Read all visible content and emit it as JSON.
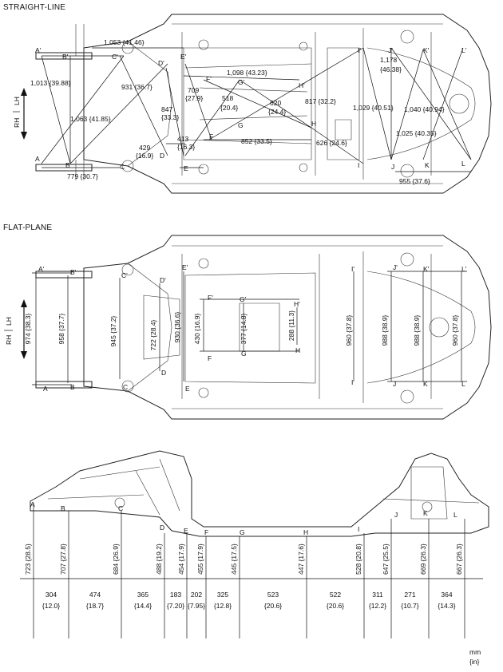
{
  "sections": {
    "straight_line": "STRAIGHT-LINE",
    "flat_plane": "FLAT-PLANE"
  },
  "direction": {
    "rh": "RH",
    "lh": "LH"
  },
  "units": {
    "primary": "mm",
    "secondary": "{in}"
  },
  "top": [
    {
      "t": "1,053 {41.46}"
    },
    {
      "t": "1,013 {39.88}"
    },
    {
      "t": "931 {36.7}"
    },
    {
      "t": "1,063 {41.85}"
    },
    {
      "t": "847"
    },
    {
      "t": "{33.3}"
    },
    {
      "t": "709"
    },
    {
      "t": "{27.9}"
    },
    {
      "t": "518"
    },
    {
      "t": "{20.4}"
    },
    {
      "t": "1,098 {43.23}"
    },
    {
      "t": "620"
    },
    {
      "t": "{24.4}"
    },
    {
      "t": "817 {32.2}"
    },
    {
      "t": "1,178"
    },
    {
      "t": "{46.38}"
    },
    {
      "t": "1,029 {40.51}"
    },
    {
      "t": "1,040 {40.94}"
    },
    {
      "t": "1,025 {40.35}"
    },
    {
      "t": "413"
    },
    {
      "t": "{16.3}"
    },
    {
      "t": "429"
    },
    {
      "t": "{16.9}"
    },
    {
      "t": "852 {33.5}"
    },
    {
      "t": "626 {24.6}"
    },
    {
      "t": "779 {30.7}"
    },
    {
      "t": "955 {37.6}"
    }
  ],
  "top_points": [
    "A'",
    "B'",
    "C'",
    "D'",
    "E'",
    "F'",
    "G'",
    "H'",
    "I'",
    "J'",
    "K'",
    "L'",
    "A",
    "B",
    "C",
    "D",
    "E",
    "F",
    "G",
    "H",
    "I",
    "J",
    "K",
    "L"
  ],
  "mid": [
    "974 {38.3}",
    "958 {37.7}",
    "945 {37.2}",
    "722 {28.4}",
    "930 {36.6}",
    "430 {16.9}",
    "377 {14.8}",
    "288 {11.3}",
    "960 {37.8}",
    "988 {38.9}",
    "988 {38.9}",
    "960 {37.8}"
  ],
  "mid_points": [
    "A'",
    "B'",
    "C'",
    "D'",
    "E'",
    "F'",
    "G'",
    "H'",
    "I'",
    "J'",
    "K'",
    "L'",
    "A",
    "B",
    "C",
    "D",
    "E",
    "F",
    "G",
    "H",
    "I",
    "J",
    "K",
    "L"
  ],
  "heights": [
    "723 {28.5}",
    "707 {27.8}",
    "684 {26.9}",
    "488 {19.2}",
    "454 {17.9}",
    "455 {17.9}",
    "445 {17.5}",
    "447 {17.6}",
    "528 {20.8}",
    "647 {25.5}",
    "669 {26.3}",
    "667 {26.3}"
  ],
  "spans": [
    {
      "v": "304",
      "i": "{12.0}"
    },
    {
      "v": "474",
      "i": "{18.7}"
    },
    {
      "v": "365",
      "i": "{14.4}"
    },
    {
      "v": "183",
      "i": "{7.20}"
    },
    {
      "v": "202",
      "i": "{7.95}"
    },
    {
      "v": "325",
      "i": "{12.8}"
    },
    {
      "v": "523",
      "i": "{20.6}"
    },
    {
      "v": "522",
      "i": "{20.6}"
    },
    {
      "v": "311",
      "i": "{12.2}"
    },
    {
      "v": "271",
      "i": "{10.7}"
    },
    {
      "v": "364",
      "i": "{14.3}"
    }
  ],
  "side_points": [
    "A",
    "B",
    "C",
    "D",
    "E",
    "F",
    "G",
    "H",
    "I",
    "J",
    "K",
    "L"
  ]
}
